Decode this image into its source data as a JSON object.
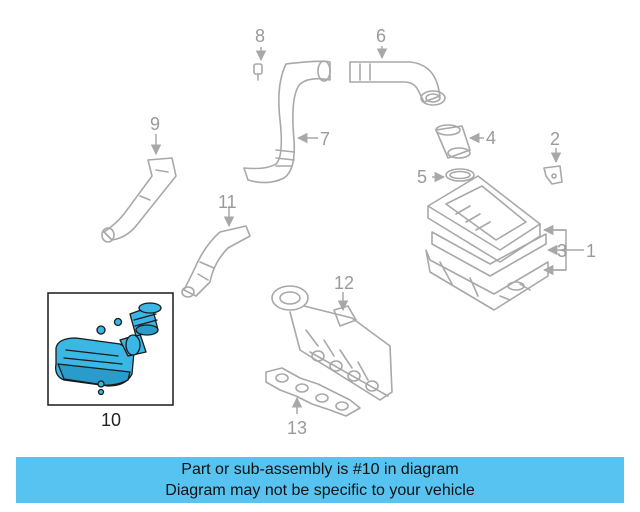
{
  "callouts": {
    "c1": "1",
    "c2": "2",
    "c3": "3",
    "c4": "4",
    "c5": "5",
    "c6": "6",
    "c7": "7",
    "c8": "8",
    "c9": "9",
    "c10": "10",
    "c11": "11",
    "c12": "12",
    "c13": "13"
  },
  "banner": {
    "line1": "Part or sub-assembly is #10 in diagram",
    "line2": "Diagram may not be specific to your vehicle"
  },
  "colors": {
    "highlight": "#3bb7e6",
    "banner_bg": "#57c3f0",
    "line_art": "#a8a8a8"
  }
}
